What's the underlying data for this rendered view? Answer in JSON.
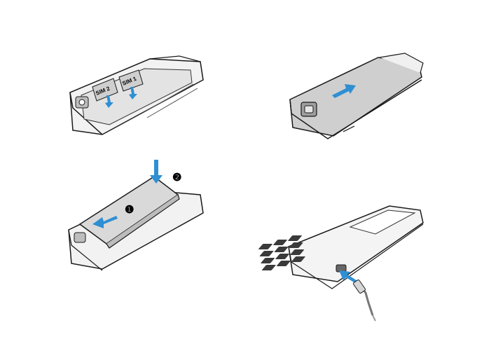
{
  "figures": {
    "insert_sim": {
      "sim1_label": "SIM 1",
      "sim2_label": "SIM 2"
    },
    "close_cover": {},
    "insert_battery": {
      "step1": "❶",
      "step2": "❷"
    },
    "connect_charger": {}
  },
  "colors": {
    "arrow": "#2f8fd3",
    "outline": "#1a1a1a",
    "shade": "#d9d9d9"
  }
}
